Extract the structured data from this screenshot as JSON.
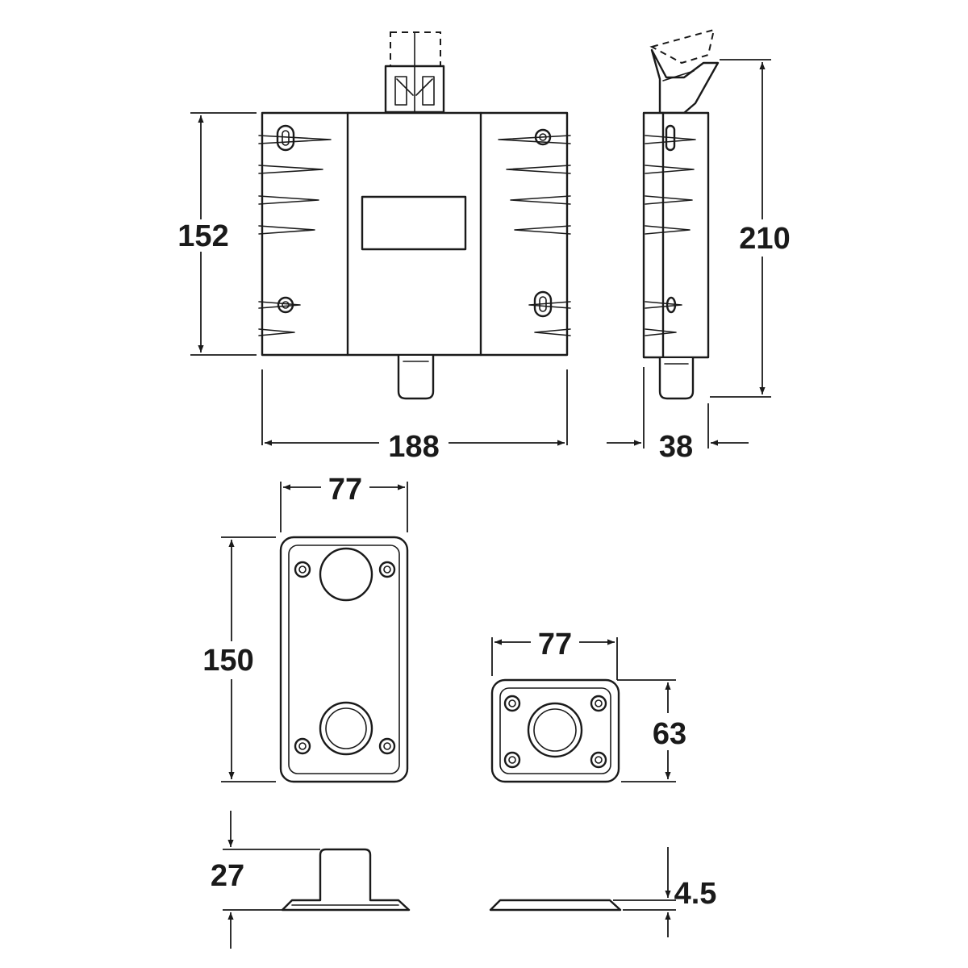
{
  "dimensions": {
    "body_height": "152",
    "body_width": "188",
    "total_height": "210",
    "depth": "38",
    "plate_large_width": "77",
    "plate_large_height": "150",
    "plate_small_width": "77",
    "plate_small_height": "63",
    "plate_large_thickness": "27",
    "plate_small_thickness": "4.5"
  }
}
